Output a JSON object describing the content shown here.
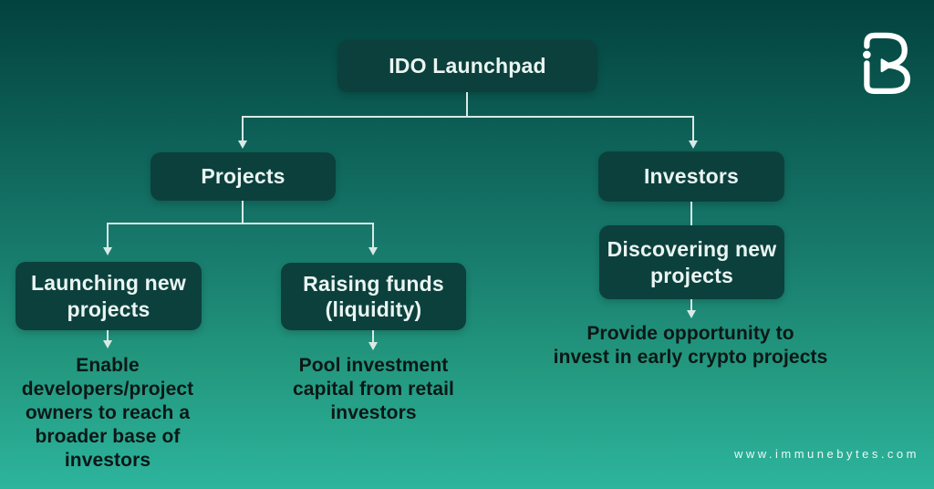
{
  "diagram": {
    "title": "IDO Launchpad",
    "nodes": {
      "ido": {
        "label": "IDO Launchpad"
      },
      "projects": {
        "label": "Projects"
      },
      "investors": {
        "label": "Investors"
      },
      "launching": {
        "label": "Launching new\nprojects"
      },
      "raising": {
        "label": "Raising funds\n(liquidity)"
      },
      "discovering": {
        "label": "Discovering new\nprojects"
      }
    },
    "descriptions": {
      "launching": "Enable\ndevelopers/project\nowners to reach a\nbroader base of\ninvestors",
      "raising": "Pool investment\ncapital from retail\ninvestors",
      "discovering": "Provide opportunity to\ninvest in early crypto projects"
    },
    "edges": [
      [
        "ido",
        "projects"
      ],
      [
        "ido",
        "investors"
      ],
      [
        "projects",
        "launching"
      ],
      [
        "projects",
        "raising"
      ],
      [
        "investors",
        "discovering"
      ]
    ]
  },
  "branding": {
    "logo": "immunebytes-ib-logo",
    "website": "www.immunebytes.com"
  },
  "colors": {
    "background_top": "#03423e",
    "background_bottom": "#2db49d",
    "node_fill": "#0c403d",
    "node_text": "#eaf5f2",
    "connector": "#d9e9e6",
    "description_text": "#0c1716",
    "logo": "#ffffff"
  }
}
